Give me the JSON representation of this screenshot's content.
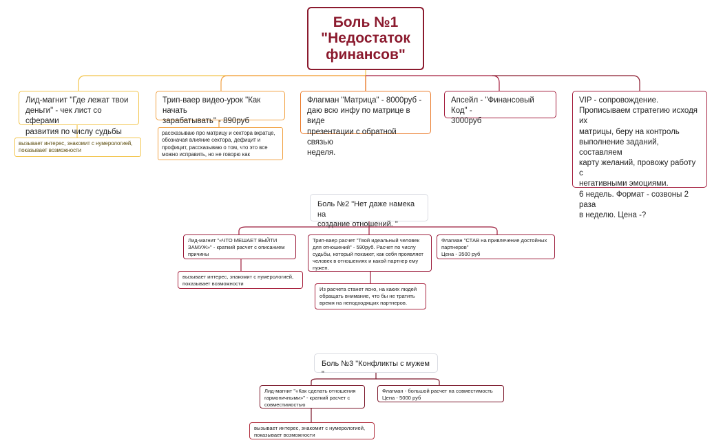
{
  "colors": {
    "root_border": "#8b1a2e",
    "yellow": "#f2c44a",
    "orange": "#f1a142",
    "orange_strong": "#ea7a2a",
    "red": "#a31c3c",
    "crimson": "#9b1b3a",
    "dark_red": "#7a1428",
    "header_border": "#d9dbe2"
  },
  "pain1": {
    "title": "Боль №1\n\"Недостаток\nфинансов\"",
    "lead_magnet": "Лид-магнит \"Где лежат твои\nденьги\" - чек лист со сферами\nразвития по числу судьбы",
    "lead_note": "вызывает интерес, знакомит с нумерологией,\nпоказывает возможности",
    "tripwire": "Трип-ваер видео-урок \"Как начать\nзарабатывать\" - 890руб",
    "tripwire_note": "рассказываю про матрицу и сектора вкратце,\nобозначая влияние сектора, дефицит и\nпрофицит, рассказываю о том, что это все\nможно исправить, но не говорю как",
    "flagship": "Флагман \"Матрица\" - 8000руб -\nдаю всю инфу по матрице в виде\nпрезентации с обратной связью\nнеделя.",
    "upsell": "Апсейл - \"Финансовый Код\" -\n3000руб",
    "vip": "VIP - сопровождение.\nПрописываем стратегию исходя их\nматрицы, беру на контроль\nвыполнение заданий, составляем\nкарту желаний, провожу работу с\nнегативными эмоциями.\n6 недель. Формат - созвоны 2 раза\nв неделю. Цена -?"
  },
  "pain2": {
    "title": "Боль №2 \"Нет даже намека на\nсоздание отношений. \"",
    "lead_magnet": "Лид-магнит \"«ЧТО МЕШАЕТ ВЫЙТИ\nЗАМУЖ»\" - краткий расчет с описанием\nпричины",
    "lead_note": "вызывает интерес, знакомит с нумерологией,\nпоказывает возможности",
    "tripwire": "Трип-ваер расчет \"Твой идеальный человек\nдля отношений\" - 590руб. Расчет по числу\nсудьбы, который покажет, как себя проявляет\nчеловек в отношениях и какой партнер ему\nнужен.",
    "tripwire_note": "Из расчета станет ясно, на каких людей\nобращать внимание, что бы не тратить\nвремя на неподходящих партнеров.",
    "flagship": "Флагман \"СТАВ на привлечение достойных\nпартнеров\"\nЦена - 3500 руб"
  },
  "pain3": {
    "title": "Боль №3 \"Конфликты с мужем \"",
    "lead_magnet": "Лид-магнит \"«Как сделать отношения\nгармоничными»\" - краткий расчет с\nсовместимостью",
    "lead_note": "вызывает интерес, знакомит с нумерологией,\nпоказывает возможности",
    "flagship": "Флагман - большой расчет на совместимость\nЦена - 5000 руб"
  }
}
